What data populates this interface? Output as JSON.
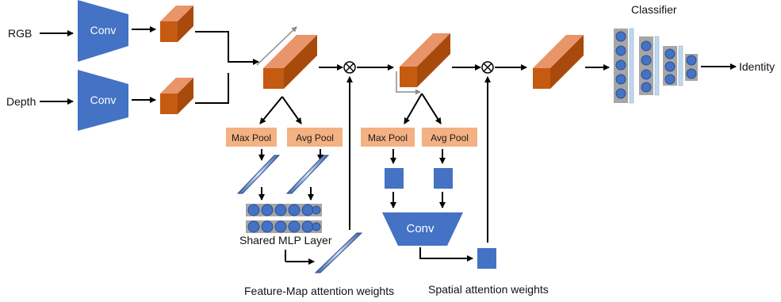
{
  "inputs": {
    "rgb": "RGB",
    "depth": "Depth"
  },
  "blocks": {
    "conv_rgb": "Conv",
    "conv_depth": "Conv",
    "conv_spatial": "Conv"
  },
  "pools": {
    "max_pool_1": "Max Pool",
    "avg_pool_1": "Avg Pool",
    "max_pool_2": "Max Pool",
    "avg_pool_2": "Avg Pool"
  },
  "labels": {
    "shared_mlp": "Shared MLP Layer",
    "feature_map_weights": "Feature-Map attention weights",
    "spatial_weights": "Spatial attention weights",
    "classifier": "Classifier",
    "identity": "Identity"
  },
  "operators": {
    "multiply": "⊗"
  },
  "colors": {
    "conv_blue": "#4472C4",
    "cube_front": "#C55A11",
    "cube_top": "#E8956A",
    "cube_side": "#A84A0C",
    "pool_fill": "#F4B183",
    "neuron_blue": "#4472C4",
    "mlp_bg": "#A6A6A6",
    "classifier_bar": "#BDD7EE"
  },
  "icons": {
    "multiply": "circled-times-icon",
    "arrow": "arrow-right-icon"
  }
}
